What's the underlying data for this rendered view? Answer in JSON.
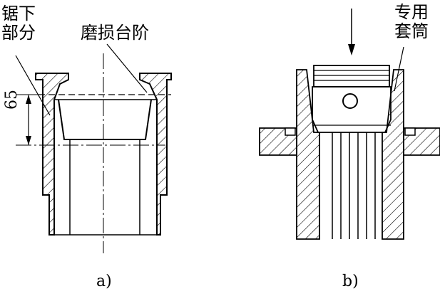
{
  "labels": {
    "saw_part_line1": "锯下",
    "saw_part_line2": "部分",
    "worn_step": "磨损台阶",
    "special_sleeve_line1": "专用",
    "special_sleeve_line2": "套筒",
    "dimension": "65"
  },
  "captions": {
    "a": "a)",
    "b": "b)"
  }
}
